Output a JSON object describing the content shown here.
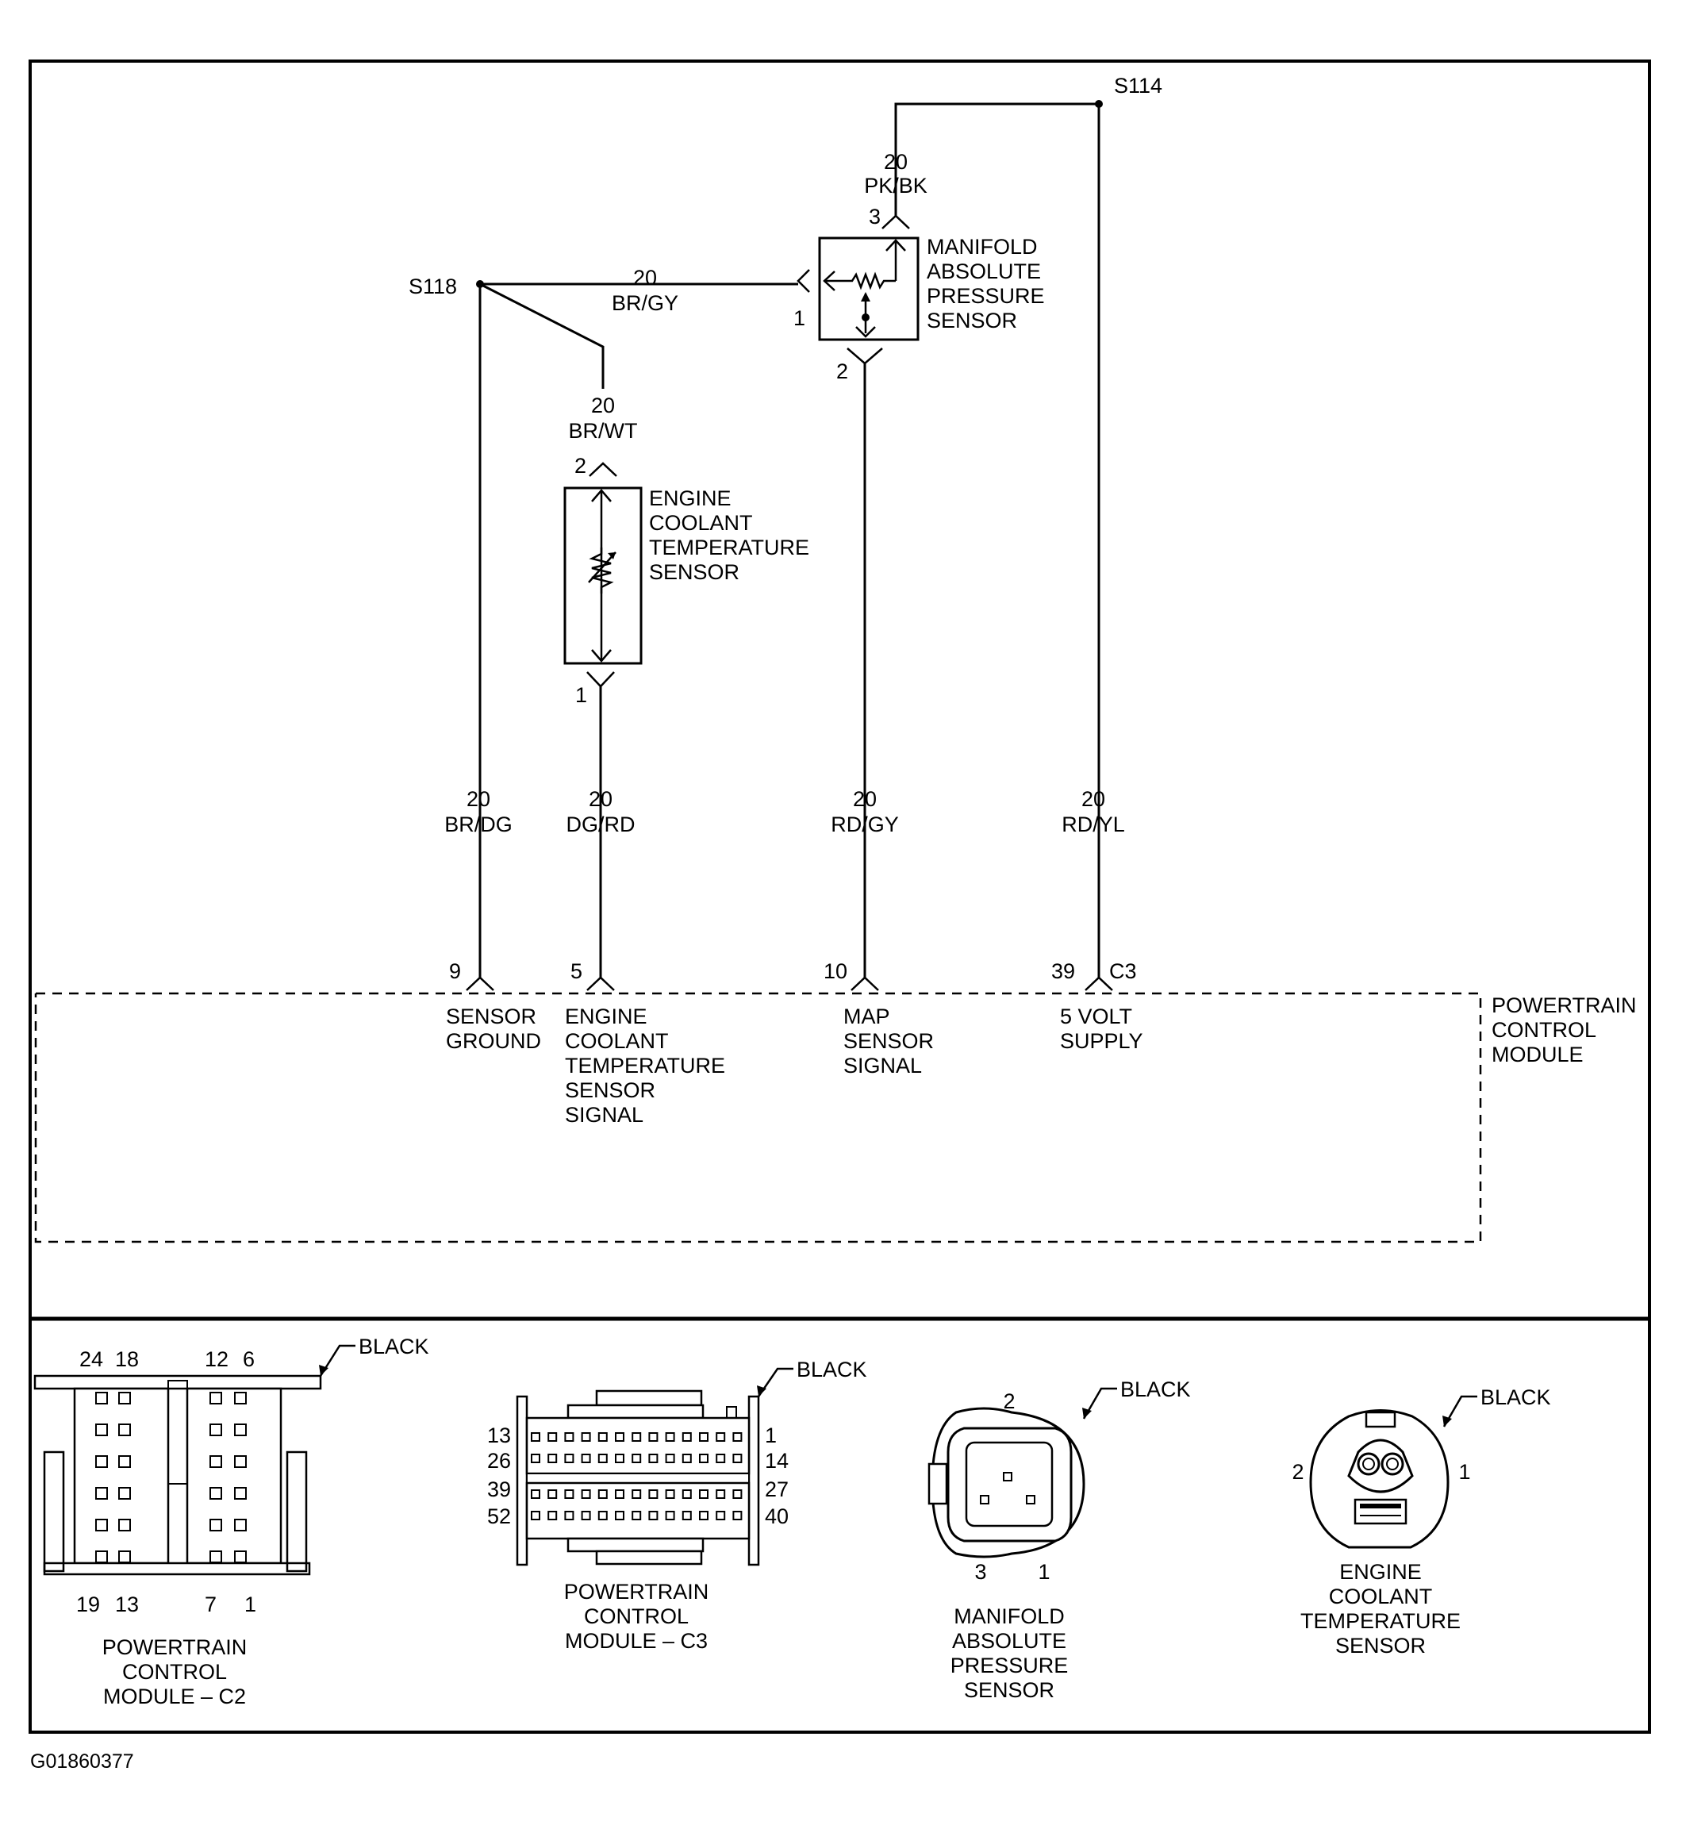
{
  "splices": {
    "s114": "S114",
    "s118": "S118"
  },
  "map_sensor": {
    "label": [
      "MANIFOLD",
      "ABSOLUTE",
      "PRESSURE",
      "SENSOR"
    ],
    "pin3_wire_gauge": "20",
    "pin3_wire_color": "PK/BK",
    "pin3": "3",
    "pin1_wire_gauge": "20",
    "pin1_wire_color": "BR/GY",
    "pin1": "1",
    "pin2": "2"
  },
  "ect_sensor": {
    "label": [
      "ENGINE",
      "COOLANT",
      "TEMPERATURE",
      "SENSOR"
    ],
    "pin2_wire_gauge": "20",
    "pin2_wire_color": "BR/WT",
    "pin2": "2",
    "pin1": "1"
  },
  "pcm_wires": [
    {
      "gauge": "20",
      "color": "BR/DG",
      "pin": "9",
      "function": [
        "SENSOR",
        "GROUND"
      ]
    },
    {
      "gauge": "20",
      "color": "DG/RD",
      "pin": "5",
      "function": [
        "ENGINE",
        "COOLANT",
        "TEMPERATURE",
        "SENSOR",
        "SIGNAL"
      ]
    },
    {
      "gauge": "20",
      "color": "RD/GY",
      "pin": "10",
      "function": [
        "MAP",
        "SENSOR",
        "SIGNAL"
      ]
    },
    {
      "gauge": "20",
      "color": "RD/YL",
      "pin": "39",
      "function": [
        "5 VOLT",
        "SUPPLY"
      ]
    }
  ],
  "pcm_connector_tag": "C3",
  "pcm_label": [
    "POWERTRAIN",
    "CONTROL",
    "MODULE"
  ],
  "connectors": {
    "c2": {
      "color": "BLACK",
      "top_pins": [
        "24",
        "18",
        "12",
        "6"
      ],
      "bottom_pins": [
        "19",
        "13",
        "7",
        "1"
      ],
      "label": [
        "POWERTRAIN",
        "CONTROL",
        "MODULE – C2"
      ]
    },
    "c3": {
      "color": "BLACK",
      "left_pins": [
        "13",
        "26",
        "39",
        "52"
      ],
      "right_pins": [
        "1",
        "14",
        "27",
        "40"
      ],
      "label": [
        "POWERTRAIN",
        "CONTROL",
        "MODULE – C3"
      ]
    },
    "map": {
      "color": "BLACK",
      "pin_top": "2",
      "pin_left": "3",
      "pin_right": "1",
      "label": [
        "MANIFOLD",
        "ABSOLUTE",
        "PRESSURE",
        "SENSOR"
      ]
    },
    "ect": {
      "color": "BLACK",
      "pin_left": "2",
      "pin_right": "1",
      "label": [
        "ENGINE",
        "COOLANT",
        "TEMPERATURE",
        "SENSOR"
      ]
    }
  },
  "figure_id": "G01860377"
}
